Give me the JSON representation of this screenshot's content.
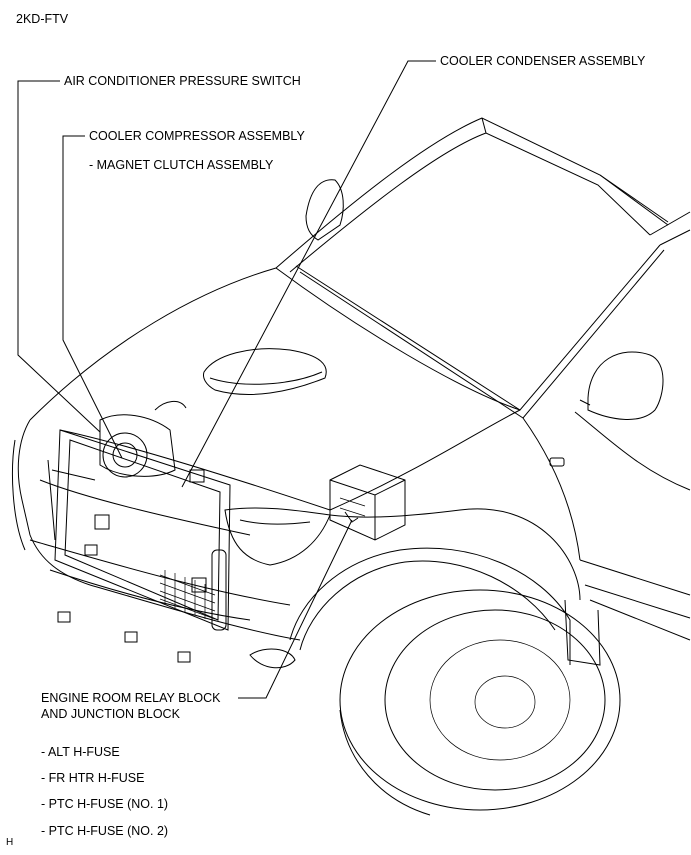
{
  "engine_code": "2KD-FTV",
  "labels": {
    "air_conditioner_pressure_switch": "AIR CONDITIONER PRESSURE SWITCH",
    "cooler_compressor_assembly": "COOLER COMPRESSOR ASSEMBLY",
    "magnet_clutch_assembly": "- MAGNET CLUTCH ASSEMBLY",
    "cooler_condenser_assembly": "COOLER CONDENSER ASSEMBLY",
    "engine_room_relay_block_line1": "ENGINE ROOM RELAY BLOCK",
    "engine_room_relay_block_line2": "AND JUNCTION BLOCK"
  },
  "fuses": [
    "- ALT H-FUSE",
    "- FR HTR H-FUSE",
    "- PTC H-FUSE (NO. 1)",
    "- PTC H-FUSE (NO. 2)"
  ],
  "corner_mark": "H"
}
